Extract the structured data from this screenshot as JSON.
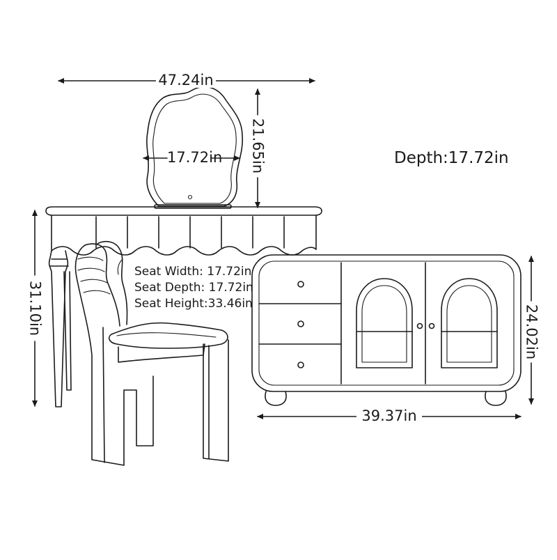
{
  "dimensions": {
    "vanity_width": "47.24in",
    "mirror_width": "17.72in",
    "mirror_height": "21.65in",
    "depth_note": "Depth:17.72in",
    "vanity_height": "31.10in",
    "cabinet_height": "24.02in",
    "cabinet_width": "39.37in"
  },
  "seat_specs": [
    "Seat Width: 17.72in",
    "Seat Depth: 17.72in",
    "Seat Height:33.46in"
  ],
  "colors": {
    "line": "#1a1a1a",
    "background": "#ffffff"
  }
}
